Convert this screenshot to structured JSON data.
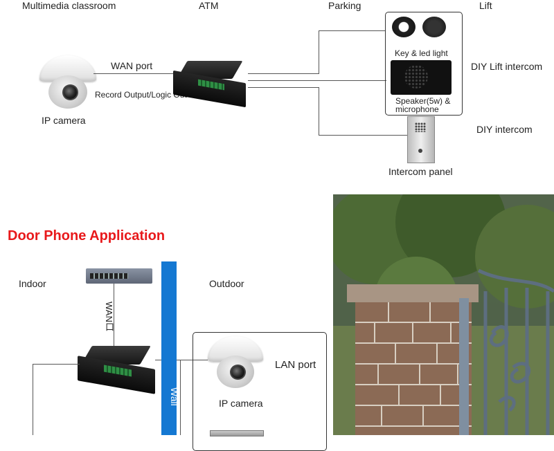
{
  "top_section": {
    "header_labels": {
      "multimedia": "Multimedia classroom",
      "atm": "ATM",
      "parking": "Parking",
      "lift": "Lift"
    },
    "wan_port": "WAN port",
    "record_output": "Record Output/Logic Out",
    "ip_camera": "IP camera",
    "key_led": "Key & led light",
    "speaker_line1": "Speaker(5w) &",
    "speaker_line2": "microphone",
    "diy_lift": "DIY Lift intercom",
    "diy_intercom": "DIY  intercom",
    "intercom_panel": "Intercom panel"
  },
  "bottom_section": {
    "title": "Door Phone Application",
    "indoor": "Indoor",
    "outdoor": "Outdoor",
    "wan": "WAN口",
    "wall": "Wall",
    "lan_port": "LAN port",
    "ip_camera": "IP camera"
  },
  "colors": {
    "title_red": "#e8191b",
    "wall_blue": "#1478d2",
    "line_gray": "#555555"
  }
}
